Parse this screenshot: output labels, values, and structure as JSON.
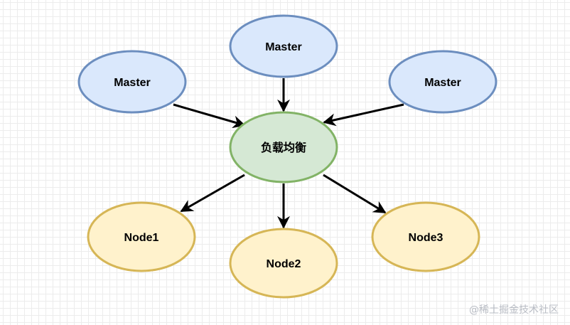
{
  "nodes": {
    "master_left": {
      "label": "Master"
    },
    "master_top": {
      "label": "Master"
    },
    "master_right": {
      "label": "Master"
    },
    "load_balancer": {
      "label": "负载均衡"
    },
    "node1": {
      "label": "Node1"
    },
    "node2": {
      "label": "Node2"
    },
    "node3": {
      "label": "Node3"
    }
  },
  "edges": [
    {
      "from": "master_left",
      "to": "load_balancer"
    },
    {
      "from": "master_top",
      "to": "load_balancer"
    },
    {
      "from": "master_right",
      "to": "load_balancer"
    },
    {
      "from": "load_balancer",
      "to": "node1"
    },
    {
      "from": "load_balancer",
      "to": "node2"
    },
    {
      "from": "load_balancer",
      "to": "node3"
    }
  ],
  "colors": {
    "master_fill": "#dae8fc",
    "master_stroke": "#6c8ebf",
    "balancer_fill": "#d5e8d4",
    "balancer_stroke": "#82b366",
    "node_fill": "#fff2cc",
    "node_stroke": "#d6b656",
    "arrow": "#000000"
  },
  "watermark": "@稀土掘金技术社区"
}
